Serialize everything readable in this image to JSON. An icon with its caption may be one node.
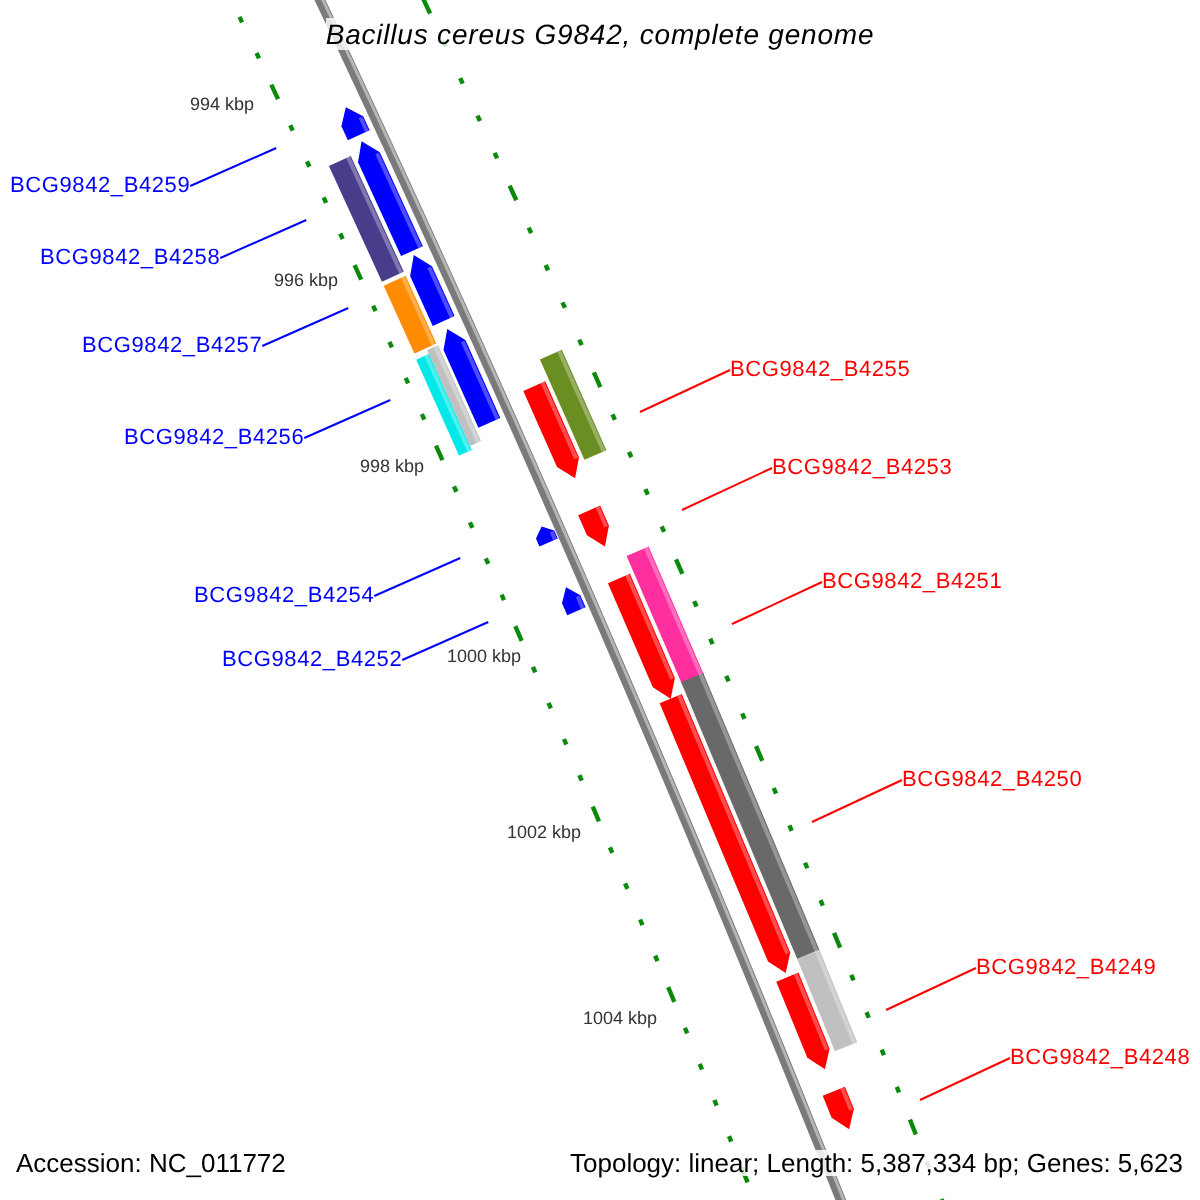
{
  "diagram": {
    "title": "Bacillus cereus G9842, complete genome",
    "nodes": [
      {
        "text": [
          "BCG9842_B4259"
        ]
      },
      {
        "text": [
          "BCG9842_B4258"
        ]
      },
      {
        "text": [
          "BCG9842_B4257"
        ]
      },
      {
        "text": [
          "BCG9842_B4255"
        ]
      },
      {
        "text": [
          "BCG9842_B4256"
        ]
      },
      {
        "text": [
          "BCG9842_B4253"
        ]
      },
      {
        "text": [
          "BCG9842_B4251"
        ]
      },
      {
        "text": [
          "BCG9842_B4254"
        ]
      },
      {
        "text": [
          "BCG9842_B4252"
        ]
      },
      {
        "text": [
          "BCG9842_B4250"
        ]
      },
      {
        "text": [
          "BCG9842_B4249"
        ]
      },
      {
        "text": [
          "BCG9842_B4248"
        ]
      }
    ],
    "edges": [
      {
        "from": 0,
        "to": null,
        "arrow": "none",
        "color": "#0000ff"
      },
      {
        "from": 1,
        "to": null,
        "arrow": "none",
        "color": "#0000ff"
      },
      {
        "from": 2,
        "to": null,
        "arrow": "none",
        "color": "#0000ff"
      },
      {
        "from": 3,
        "to": null,
        "arrow": "none",
        "color": "#ff0000"
      },
      {
        "from": 4,
        "to": null,
        "arrow": "none",
        "color": "#0000ff"
      },
      {
        "from": 5,
        "to": null,
        "arrow": "none",
        "color": "#ff0000"
      },
      {
        "from": 6,
        "to": null,
        "arrow": "none",
        "color": "#ff0000"
      },
      {
        "from": 7,
        "to": null,
        "arrow": "none",
        "color": "#0000ff"
      },
      {
        "from": 8,
        "to": null,
        "arrow": "none",
        "color": "#0000ff"
      },
      {
        "from": 9,
        "to": null,
        "arrow": "none",
        "color": "#ff0000"
      },
      {
        "from": 10,
        "to": null,
        "arrow": "none",
        "color": "#ff0000"
      },
      {
        "from": 11,
        "to": null,
        "arrow": "none",
        "color": "#ff0000"
      }
    ],
    "labels": [
      "994 kbp",
      "996 kbp",
      "998 kbp",
      "1000 kbp",
      "1002 kbp",
      "1004 kbp",
      "Accession: NC_011772",
      "Topology: linear; Length: 5,387,334 bp; Genes: 5,623"
    ]
  }
}
